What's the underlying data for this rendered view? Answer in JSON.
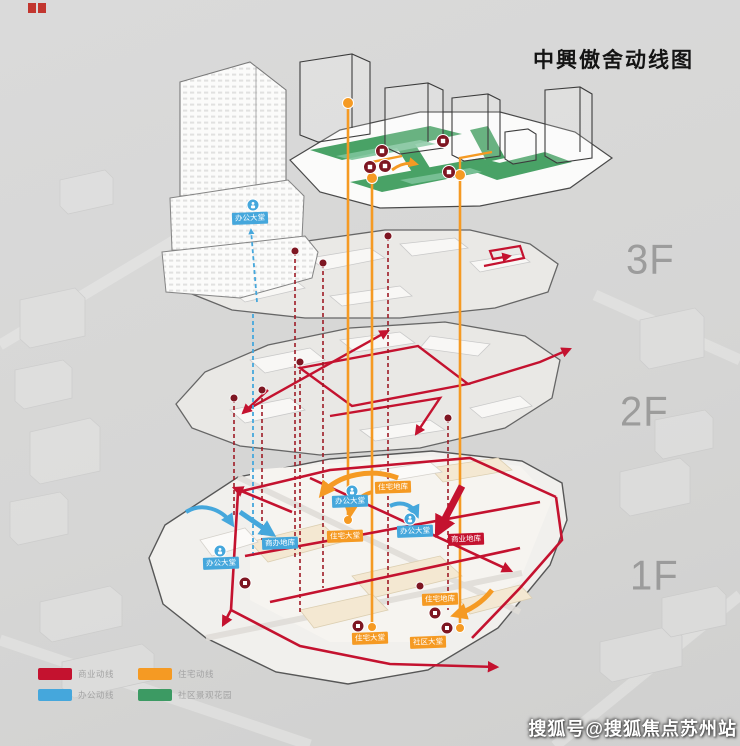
{
  "title": "中興傲舍动线图",
  "floors": {
    "f3": "3F",
    "f2": "2F",
    "f1": "1F"
  },
  "legend": {
    "items": [
      {
        "label": "商业动线",
        "color": "#C4122F"
      },
      {
        "label": "住宅动线",
        "color": "#F59A23"
      },
      {
        "label": "办公动线",
        "color": "#45A7DC"
      },
      {
        "label": "社区景观花园",
        "color": "#3C9A63"
      }
    ]
  },
  "chips": [
    {
      "text": "办公大堂",
      "color": "#45A7DC"
    },
    {
      "text": "办公大堂",
      "color": "#45A7DC"
    },
    {
      "text": "办公大堂",
      "color": "#45A7DC"
    },
    {
      "text": "办公大堂",
      "color": "#45A7DC"
    },
    {
      "text": "商办地库",
      "color": "#45A7DC"
    },
    {
      "text": "住宅地库",
      "color": "#F59A23"
    },
    {
      "text": "住宅大堂",
      "color": "#F59A23"
    },
    {
      "text": "商业地库",
      "color": "#C4122F"
    },
    {
      "text": "住宅地库",
      "color": "#F59A23"
    },
    {
      "text": "住宅大堂",
      "color": "#F59A23"
    },
    {
      "text": "社区大堂",
      "color": "#F59A23"
    }
  ],
  "watermark": "搜狐号@搜狐焦点苏州站",
  "colors": {
    "commercial": "#C4122F",
    "commercial_dashed": "#9E1B26",
    "vertical_core_dot": "#7E1622",
    "residential": "#F59A23",
    "office": "#45A7DC",
    "community_green": "#3C9A63",
    "background": "#D7D7D6",
    "floor_outline": "#5A5A5A",
    "floor_label": "#8E8E8E"
  },
  "icons": {
    "lobby_marker": "person-in-blue-circle",
    "core_marker": "dark-red-elevator-badge",
    "corner_mark": "red-logo-fragment"
  }
}
